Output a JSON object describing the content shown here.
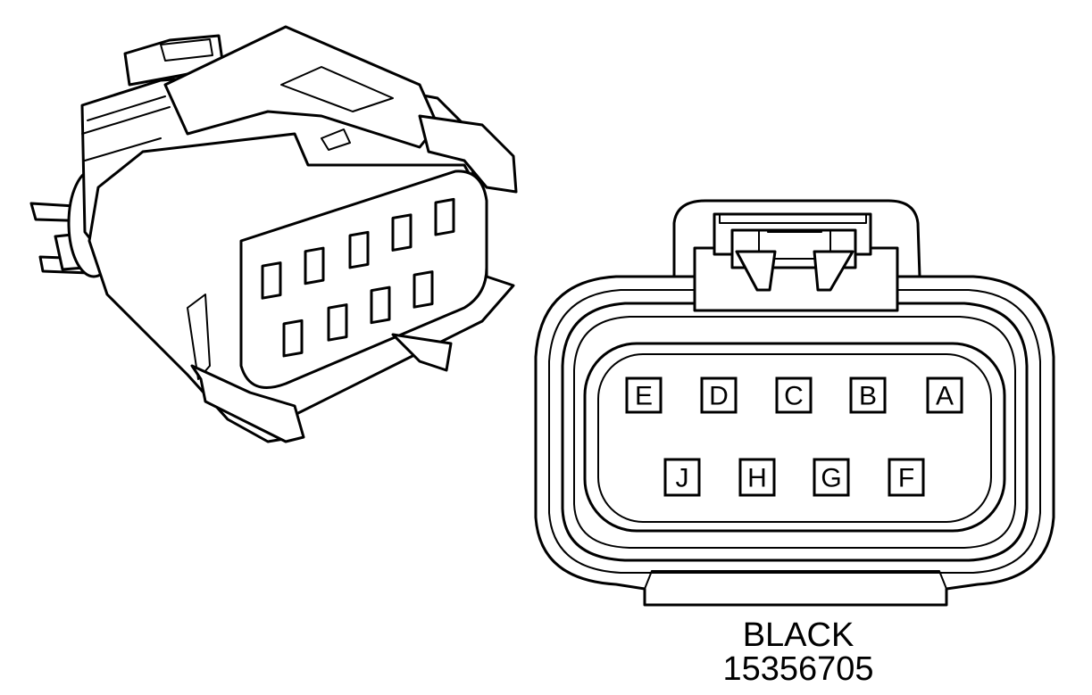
{
  "connector": {
    "color_label": "BLACK",
    "part_number": "15356705",
    "pins_top_row": [
      "E",
      "D",
      "C",
      "B",
      "A"
    ],
    "pins_bottom_row": [
      "J",
      "H",
      "G",
      "F"
    ]
  }
}
